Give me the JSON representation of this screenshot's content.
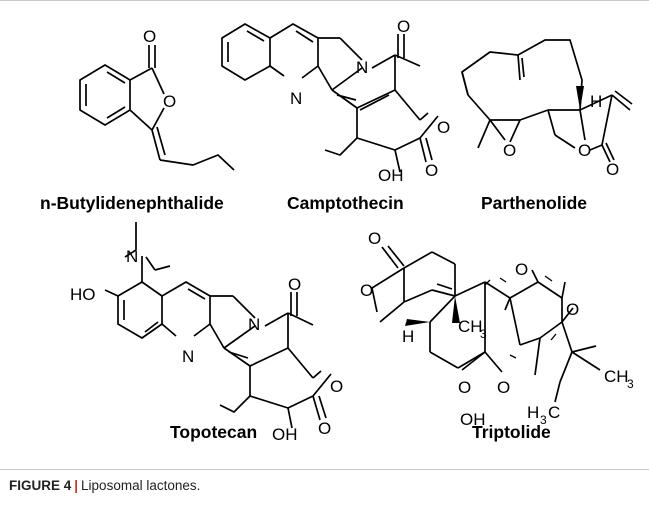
{
  "figure": {
    "caption_label": "FIGURE 4",
    "caption_separator": "|",
    "caption_text": "Liposomal lactones."
  },
  "compounds": [
    {
      "name": "n-Butylidenephthalide"
    },
    {
      "name": "Camptothecin"
    },
    {
      "name": "Parthenolide"
    },
    {
      "name": "Topotecan"
    },
    {
      "name": "Triptolide"
    }
  ],
  "atom_labels": {
    "O": "O",
    "N": "N",
    "H": "H",
    "OH": "OH",
    "HO": "HO",
    "CH": "CH",
    "three": "3",
    "H3C_H": "H",
    "H3C_3": "3",
    "H3C_C": "C"
  }
}
